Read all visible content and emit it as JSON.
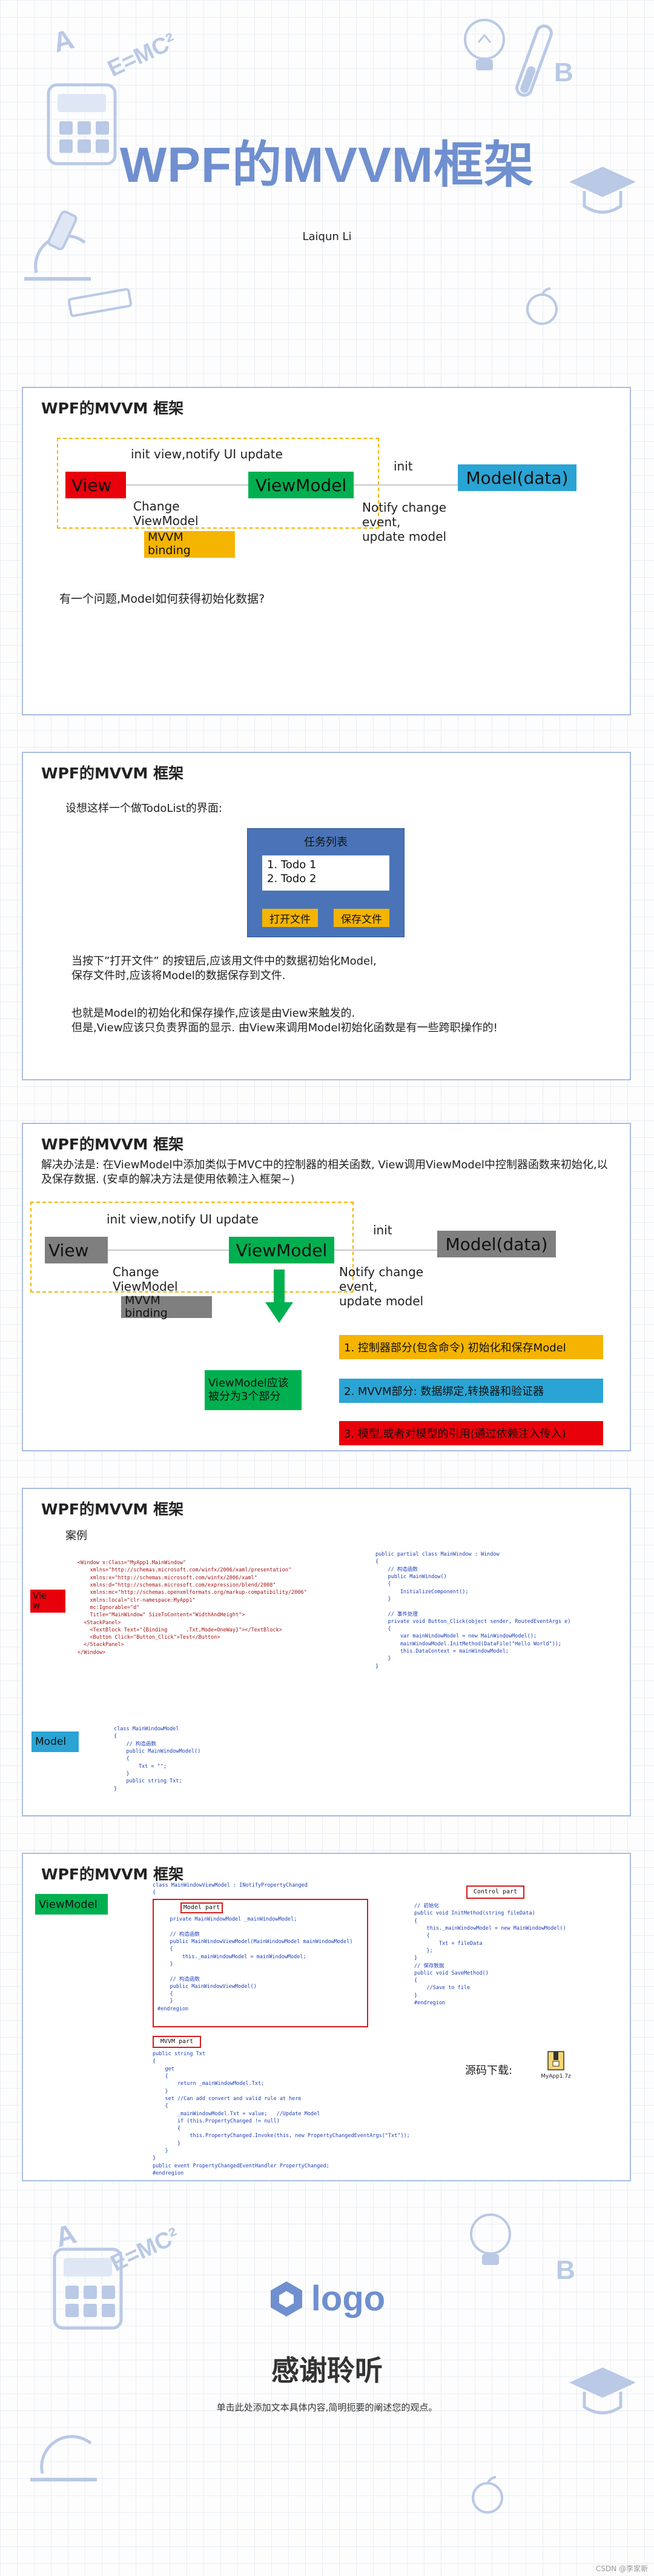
{
  "header": {
    "title": "WPF的MVVM框架",
    "author": "Laiqun   Li",
    "doodle_text": "E=MC²"
  },
  "slide1": {
    "title": "WPF的MVVM 框架",
    "view": "View",
    "viewmodel": "ViewModel",
    "model": "Model(data)",
    "init_notify": "init view,notify UI update",
    "change_vm": "Change\nViewModel",
    "mvvm_binding": "MVVM\nbinding",
    "init": "init",
    "notify_change": "Notify change\nevent,\nupdate model",
    "question": "有一个问题,Model如何获得初始化数据?"
  },
  "slide2": {
    "title": "WPF的MVVM 框架",
    "intro": "设想这样一个做TodoList的界面:",
    "panel_title": "任务列表",
    "todos": [
      "1. Todo 1",
      "2. Todo 2"
    ],
    "open_btn": "打开文件",
    "save_btn": "保存文件",
    "p1": "当按下”打开文件” 的按钮后,应该用文件中的数据初始化Model,\n保存文件时,应该将Model的数据保存到文件.",
    "p2": "也就是Model的初始化和保存操作,应该是由View来触发的.\n但是,View应该只负责界面的显示. 由View来调用Model初始化函数是有一些跨职操作的!"
  },
  "slide3": {
    "title": "WPF的MVVM 框架",
    "solution": "解决办法是: 在ViewModel中添加类似于MVC中的控制器的相关函数, View调用ViewModel中控制器函数来初始化,以及保存数据. (安卓的解决方法是使用依赖注入框架~)",
    "view": "View",
    "viewmodel": "ViewModel",
    "model": "Model(data)",
    "init_notify": "init view,notify UI update",
    "change_vm": "Change\nViewModel",
    "mvvm_binding": "MVVM\nbinding",
    "init": "init",
    "notify_change": "Notify change\nevent,\nupdate model",
    "vm_parts": "ViewModel应该\n被分为3个部分",
    "part1": "1. 控制器部分(包含命令) 初始化和保存Model",
    "part2": "2. MVVM部分: 数据绑定,转换器和验证器",
    "part3": "3. 模型,或者对模型的引用(通过依赖注入传入)"
  },
  "slide4": {
    "title": "WPF的MVVM 框架",
    "case": "案例",
    "view_tag": "Vie\nw",
    "model_tag": "Model",
    "xaml": "<Window x:Class=\"MyApp1.MainWindow\"\n    xmlns=\"http://schemas.microsoft.com/winfx/2006/xaml/presentation\"\n    xmlns:x=\"http://schemas.microsoft.com/winfx/2006/xaml\"\n    xmlns:d=\"http://schemas.microsoft.com/expression/blend/2008\"\n    xmlns:mc=\"http://schemas.openxmlformats.org/markup-compatibility/2006\"\n    xmlns:local=\"clr-namespace:MyApp1\"\n    mc:Ignorable=\"d\"\n    Title=\"MainWindow\" SizeToContent=\"WidthAndHeight\">\n  <StackPanel>\n    <TextBlock Text=\"{Binding      .Txt,Mode=OneWay}\"></TextBlock>\n    <Button Click=\"Button_Click\">Test</Button>\n  </StackPanel>\n</Window>",
    "code_behind": "public partial class MainWindow : Window\n{\n    // 构造函数\n    public MainWindow()\n    {\n        InitializeComponent();\n    }\n\n    // 事件处理\n    private void Button_Click(object sender, RoutedEventArgs e)\n    {\n        var mainWindowModel = new MainWindowModel();\n        mainWindowModel.InitMethod(DataFile(\"Hello World\"));\n        this.DataContext = mainWindowModel;\n    }\n}",
    "model_code": "class MainWindowModel\n{\n    // 构造函数\n    public MainWindowModel()\n    {\n        Txt = \"\";\n    }\n    public string Txt;\n}"
  },
  "slide5": {
    "title": "WPF的MVVM 框架",
    "vm_tag": "ViewModel",
    "vm_code_top": "class MainWindowViewModel : INotifyPropertyChanged\n{",
    "model_part": "Model part",
    "vm_code_model": "    private MainWindowModel _mainWindowModel;\n\n    // 构造函数\n    public MainWindowViewModel(MainWindowModel mainWindowModel)\n    {\n        this._mainWindowModel = mainWindowModel;\n    }\n\n    // 构造函数\n    public MainWindowViewModel()\n    {\n    }\n#endregion",
    "control_part": "Control part",
    "vm_code_control": "// 初始化\npublic void InitMethod(string fileData)\n{\n    this._mainWindowModel = new MainWindowModel()\n    {\n        Txt = fileData\n    };\n}\n// 保存数据\npublic void SaveMethod()\n{\n    //Save to file\n}\n#endregion",
    "mvvm_part": "MVVM part",
    "vm_code_mvvm": "public string Txt\n{\n    get\n    {\n        return _mainWindowModel.Txt;\n    }\n    set //Can add convert and valid rule at here\n    {\n        _mainWindowModel.Txt = value;   //Update Model\n        if (this.PropertyChanged != null)\n        {\n            this.PropertyChanged.Invoke(this, new PropertyChangedEventArgs(\"Txt\"));\n        }\n    }\n}\npublic event PropertyChangedEventHandler PropertyChanged;\n#endregion",
    "download_label": "源码下载:",
    "file_name": "MyApp1.7z"
  },
  "footer": {
    "logo": "logo",
    "thanks": "感谢聆听",
    "subtitle": "单击此处添加文本具体内容,简明扼要的阐述您的观点。",
    "credit": "CSDN @李家新"
  },
  "colors": {
    "view_red": "#e8000a",
    "vm_green": "#00b050",
    "model_blue": "#2aa4d4",
    "gray_box": "#7f7f7f",
    "orange": "#f5b400",
    "title_blue": "#6f8fcf",
    "panel_blue": "#4a74b7"
  }
}
